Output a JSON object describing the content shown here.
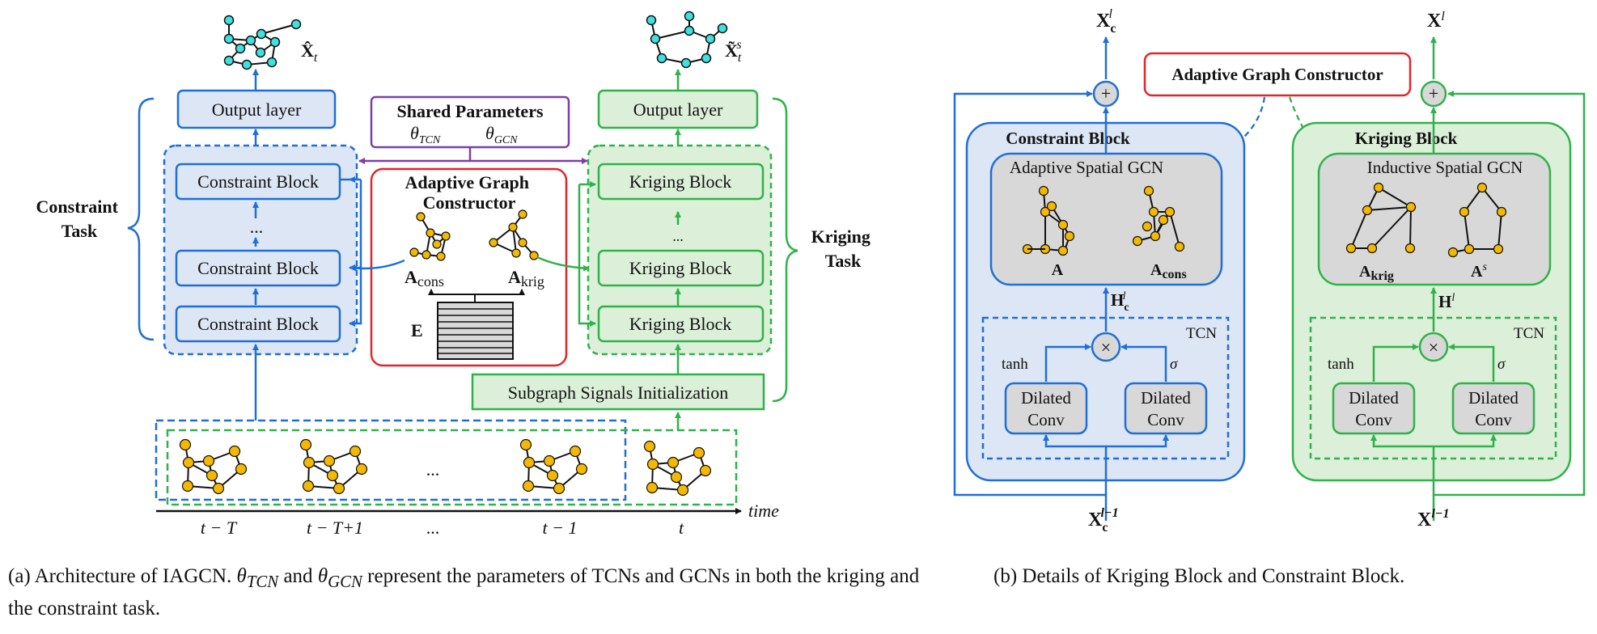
{
  "left_panel": {
    "constraint_task": [
      "Constraint",
      "Task"
    ],
    "kriging_task": [
      "Kriging",
      "Task"
    ],
    "output_layer": "Output layer",
    "constraint_block": "Constraint Block",
    "kriging_block": "Kriging Block",
    "shared_parameters": "Shared Parameters",
    "theta_tcn": "θTCN",
    "theta_gcn": "θGCN",
    "agc": [
      "Adaptive Graph",
      "Constructor"
    ],
    "a_cons": "Acons",
    "a_krig": "Akrig",
    "e_label": "E",
    "subgraph_init": "Subgraph Signals  Initialization",
    "xhat": "X̂t",
    "xtilde": "X̃ts",
    "dots": "...",
    "time_label": "time",
    "timesteps": [
      "t − T",
      "t − T+1",
      "...",
      "t − 1",
      "t"
    ]
  },
  "right_panel": {
    "agc_title": "Adaptive Graph Constructor",
    "constraint_block_title": "Constraint  Block",
    "kriging_block_title": "Kriging  Block",
    "adaptive_gcn": "Adaptive Spatial GCN",
    "inductive_gcn": "Inductive Spatial GCN",
    "a": "A",
    "a_cons": "Acons",
    "a_krig": "Akrig",
    "a_s": "As",
    "tcn": "TCN",
    "tanh": "tanh",
    "sigma": "σ",
    "dilated_conv": [
      "Dilated",
      "Conv"
    ],
    "xc_l": "Xcl",
    "x_l": "Xl",
    "xc_in": "Xcl−1",
    "x_in": "Xl−1",
    "h_c": "Hcl",
    "h": "Hl",
    "plus": "+",
    "times": "×"
  },
  "captions": {
    "a": "(a)  Architecture of IAGCN. θTCN and θGCN represent the parameters of TCNs and GCNs in both the kriging and the constraint task.",
    "b": "(b)  Details of Kriging Block and Constraint Block."
  },
  "colors": {
    "blue": "#1f6fd6",
    "green": "#2fb24a",
    "red": "#e0262b",
    "purple": "#7b3fa8",
    "node_yellow": "#f5b800",
    "node_cyan": "#3fe0e0",
    "fill_blue": "#dde6f5",
    "fill_green": "#dcefd9",
    "fill_gray": "#d8d8d8"
  }
}
